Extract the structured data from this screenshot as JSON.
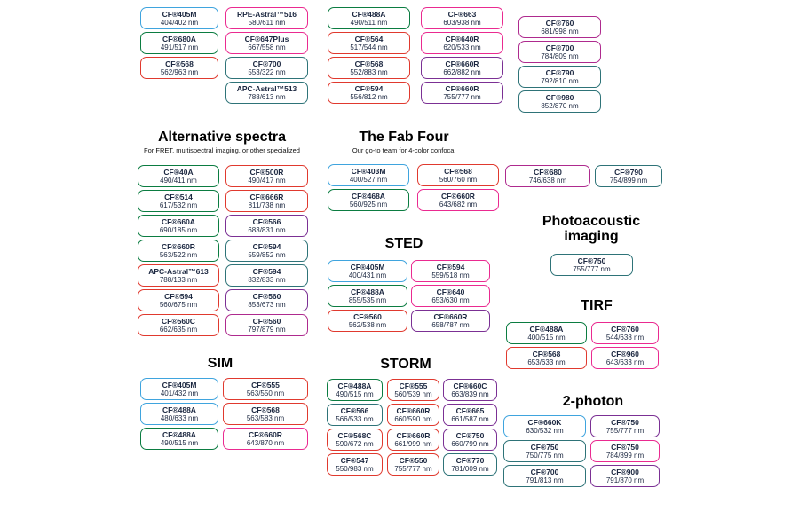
{
  "chart_data": {
    "type": "table",
    "palette": {
      "blue": "#3fa4de",
      "green": "#0b7c41",
      "teal": "#2e7378",
      "red": "#e0392e",
      "pink": "#ea2a90",
      "purple": "#7b3094",
      "magenta": "#ae2a8e"
    },
    "headers": {
      "alternative": {
        "title": "Alternative spectra",
        "subtitle": "For FRET, multispectral imaging, or other specialized"
      },
      "fab_four": {
        "title": "The Fab Four",
        "subtitle": "Our go-to team for 4-color confocal"
      },
      "sted": {
        "title": "STED"
      },
      "sim": {
        "title": "SIM"
      },
      "storm": {
        "title": "STORM"
      },
      "photoacoustic": {
        "title": "Photoacoustic imaging"
      },
      "tirf": {
        "title": "TIRF"
      },
      "two_photon": {
        "title": "2-photon"
      }
    },
    "groups": {
      "top_c1": [
        {
          "dye": "CF®405M",
          "ex_em": "404/402 nm",
          "color": "blue"
        },
        {
          "dye": "CF®680A",
          "ex_em": "491/517 nm",
          "color": "green"
        },
        {
          "dye": "CF®568",
          "ex_em": "562/963 nm",
          "color": "red"
        }
      ],
      "top_c2": [
        {
          "dye": "RPE-Astral™516",
          "ex_em": "580/611 nm",
          "color": "pink"
        },
        {
          "dye": "CF®647Plus",
          "ex_em": "667/558 nm",
          "color": "pink"
        },
        {
          "dye": "CF®700",
          "ex_em": "553/322 nm",
          "color": "teal"
        },
        {
          "dye": "APC-Astral™513",
          "ex_em": "788/613 nm",
          "color": "teal"
        }
      ],
      "top_c3": [
        {
          "dye": "CF®488A",
          "ex_em": "490/511 nm",
          "color": "green"
        },
        {
          "dye": "CF®564",
          "ex_em": "517/544 nm",
          "color": "red"
        },
        {
          "dye": "CF®568",
          "ex_em": "552/883 nm",
          "color": "red"
        },
        {
          "dye": "CF®594",
          "ex_em": "556/812 nm",
          "color": "red"
        }
      ],
      "top_c4": [
        {
          "dye": "CF®663",
          "ex_em": "603/938 nm",
          "color": "pink"
        },
        {
          "dye": "CF®640R",
          "ex_em": "620/533 nm",
          "color": "pink"
        },
        {
          "dye": "CF®660R",
          "ex_em": "662/882 nm",
          "color": "purple"
        },
        {
          "dye": "CF®660R",
          "ex_em": "755/777 nm",
          "color": "purple"
        }
      ],
      "top_c5": [
        {
          "dye": "CF®760",
          "ex_em": "681/998 nm",
          "color": "magenta"
        },
        {
          "dye": "CF®700",
          "ex_em": "784/809 nm",
          "color": "magenta"
        },
        {
          "dye": "CF®790",
          "ex_em": "792/810 nm",
          "color": "teal"
        },
        {
          "dye": "CF®980",
          "ex_em": "852/870 nm",
          "color": "teal"
        }
      ],
      "alt_a": [
        {
          "dye": "CF®40A",
          "ex_em": "490/411 nm",
          "color": "green"
        },
        {
          "dye": "CF®514",
          "ex_em": "617/532 nm",
          "color": "green"
        },
        {
          "dye": "CF®660A",
          "ex_em": "690/185 nm",
          "color": "green"
        },
        {
          "dye": "CF®660R",
          "ex_em": "563/522 nm",
          "color": "green"
        },
        {
          "dye": "APC-Astral™613",
          "ex_em": "788/133 nm",
          "color": "red"
        },
        {
          "dye": "CF®594",
          "ex_em": "560/675 nm",
          "color": "red"
        },
        {
          "dye": "CF®560C",
          "ex_em": "662/635 nm",
          "color": "red"
        }
      ],
      "alt_b": [
        {
          "dye": "CF®500R",
          "ex_em": "490/417 nm",
          "color": "red"
        },
        {
          "dye": "CF®666R",
          "ex_em": "811/738 nm",
          "color": "red"
        },
        {
          "dye": "CF®566",
          "ex_em": "683/831 nm",
          "color": "purple"
        },
        {
          "dye": "CF®594",
          "ex_em": "559/852 nm",
          "color": "teal"
        },
        {
          "dye": "CF®594",
          "ex_em": "832/833 nm",
          "color": "teal"
        },
        {
          "dye": "CF®560",
          "ex_em": "853/673 nm",
          "color": "purple"
        },
        {
          "dye": "CF®560",
          "ex_em": "797/879 nm",
          "color": "magenta"
        }
      ],
      "fab_l": [
        {
          "dye": "CF®403M",
          "ex_em": "400/527 nm",
          "color": "blue"
        },
        {
          "dye": "CF®468A",
          "ex_em": "560/925 nm",
          "color": "green"
        }
      ],
      "fab_r": [
        {
          "dye": "CF®568",
          "ex_em": "560/760 nm",
          "color": "red"
        },
        {
          "dye": "CF®660R",
          "ex_em": "643/682 nm",
          "color": "pink"
        }
      ],
      "sted_l": [
        {
          "dye": "CF®405M",
          "ex_em": "400/431 nm",
          "color": "blue"
        },
        {
          "dye": "CF®488A",
          "ex_em": "855/535 nm",
          "color": "green"
        },
        {
          "dye": "CF®560",
          "ex_em": "562/538 nm",
          "color": "red"
        }
      ],
      "sted_r": [
        {
          "dye": "CF®594",
          "ex_em": "559/518 nm",
          "color": "pink"
        },
        {
          "dye": "CF®640",
          "ex_em": "653/630 nm",
          "color": "pink"
        },
        {
          "dye": "CF®660R",
          "ex_em": "658/787 nm",
          "color": "purple"
        }
      ],
      "sim_l": [
        {
          "dye": "CF®405M",
          "ex_em": "401/432 nm",
          "color": "blue"
        },
        {
          "dye": "CF®488A",
          "ex_em": "480/633 nm",
          "color": "blue"
        },
        {
          "dye": "CF®488A",
          "ex_em": "490/515 nm",
          "color": "green"
        }
      ],
      "sim_r": [
        {
          "dye": "CF®555",
          "ex_em": "563/550 nm",
          "color": "red"
        },
        {
          "dye": "CF®568",
          "ex_em": "563/583 nm",
          "color": "red"
        },
        {
          "dye": "CF®660R",
          "ex_em": "643/870 nm",
          "color": "pink"
        }
      ],
      "storm_c1": [
        {
          "dye": "CF®488A",
          "ex_em": "490/515 nm",
          "color": "green"
        },
        {
          "dye": "CF®566",
          "ex_em": "566/533 nm",
          "color": "teal"
        },
        {
          "dye": "CF®568C",
          "ex_em": "590/672 nm",
          "color": "red"
        },
        {
          "dye": "CF®547",
          "ex_em": "550/983 nm",
          "color": "red"
        }
      ],
      "storm_c2": [
        {
          "dye": "CF®555",
          "ex_em": "560/539 nm",
          "color": "red"
        },
        {
          "dye": "CF®660R",
          "ex_em": "660/590 nm",
          "color": "red"
        },
        {
          "dye": "CF®660R",
          "ex_em": "661/999 nm",
          "color": "red"
        },
        {
          "dye": "CF®550",
          "ex_em": "755/777 nm",
          "color": "red"
        }
      ],
      "storm_c3": [
        {
          "dye": "CF®660C",
          "ex_em": "663/839 nm",
          "color": "purple"
        },
        {
          "dye": "CF®665",
          "ex_em": "661/587 nm",
          "color": "purple"
        },
        {
          "dye": "CF®750",
          "ex_em": "660/799 nm",
          "color": "purple"
        },
        {
          "dye": "CF®770",
          "ex_em": "781/009 nm",
          "color": "teal"
        }
      ],
      "right_pair_1": [
        {
          "dye": "CF®680",
          "ex_em": "746/638 nm",
          "color": "magenta"
        }
      ],
      "right_pair_2": [
        {
          "dye": "CF®790",
          "ex_em": "754/899 nm",
          "color": "teal"
        }
      ],
      "photo": [
        {
          "dye": "CF®750",
          "ex_em": "755/777 nm",
          "color": "teal"
        }
      ],
      "tirf_l": [
        {
          "dye": "CF®488A",
          "ex_em": "400/515 nm",
          "color": "green"
        },
        {
          "dye": "CF®568",
          "ex_em": "653/633 nm",
          "color": "red"
        }
      ],
      "tirf_r": [
        {
          "dye": "CF®760",
          "ex_em": "544/638 nm",
          "color": "pink"
        },
        {
          "dye": "CF®960",
          "ex_em": "643/633 nm",
          "color": "pink"
        }
      ],
      "twop_l": [
        {
          "dye": "CF®660K",
          "ex_em": "630/532 nm",
          "color": "blue"
        },
        {
          "dye": "CF®750",
          "ex_em": "750/775 nm",
          "color": "teal"
        },
        {
          "dye": "CF®700",
          "ex_em": "791/813 nm",
          "color": "teal"
        }
      ],
      "twop_r": [
        {
          "dye": "CF®750",
          "ex_em": "755/777 nm",
          "color": "purple"
        },
        {
          "dye": "CF®750",
          "ex_em": "784/899 nm",
          "color": "pink"
        },
        {
          "dye": "CF®900",
          "ex_em": "791/870 nm",
          "color": "purple"
        }
      ]
    }
  }
}
